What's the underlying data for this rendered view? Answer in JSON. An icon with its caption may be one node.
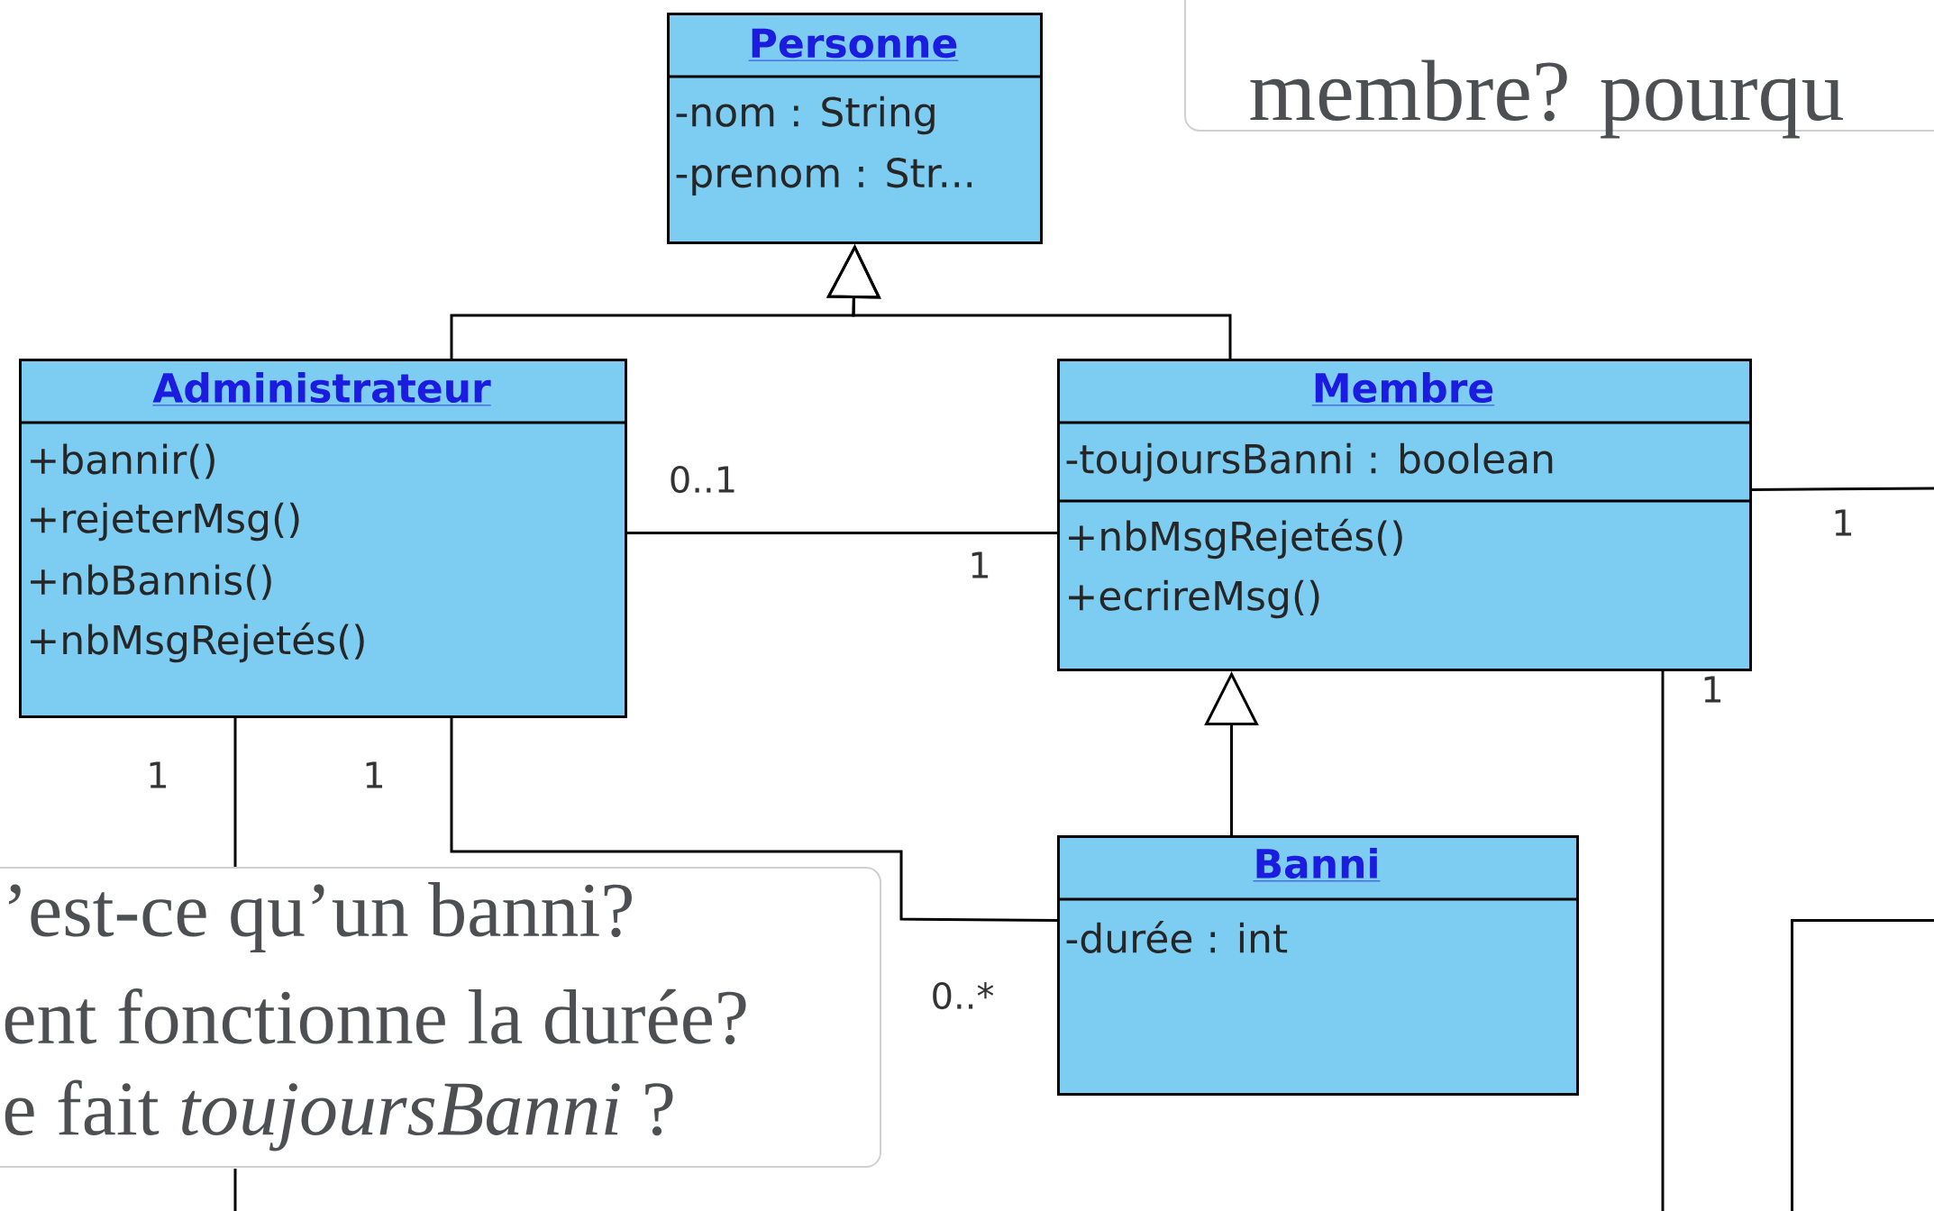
{
  "diagram": {
    "nodes": [
      {
        "text": [
          "Personne",
          "-nom : String",
          "-prenom : Str..."
        ]
      },
      {
        "text": [
          "membre? pourqu"
        ]
      },
      {
        "text": [
          "Administrateur",
          "+bannir()",
          "+rejeterMsg()",
          "+nbBannis()",
          "+nbMsgRejetés()"
        ]
      },
      {
        "text": [
          "Membre",
          "-toujoursBanni : boolean",
          "+nbMsgRejetés()",
          "+ecrireMsg()"
        ]
      },
      {
        "text": [
          "Banni",
          "-durée : int"
        ]
      },
      {
        "text": [
          "’est-ce qu’un banni?",
          "ent fonctionne la durée?",
          "e fait *toujoursBanni* ?"
        ]
      },
      {
        "text": [],
        "shape": "box"
      }
    ],
    "edges": [
      {
        "from": 2,
        "to": 0,
        "arrow": "to"
      },
      {
        "from": 3,
        "to": 0,
        "arrow": "to"
      },
      {
        "from": 2,
        "to": 3,
        "arrow": "none"
      },
      {
        "from": 4,
        "to": 3,
        "arrow": "to"
      },
      {
        "from": 2,
        "to": 4,
        "arrow": "none"
      },
      {
        "from": 2,
        "to": 5,
        "arrow": "none"
      },
      {
        "from": 3,
        "to": null,
        "arrow": "none"
      },
      {
        "from": 3,
        "to": null,
        "arrow": "none"
      }
    ],
    "labels": [
      "0..1",
      "1",
      "1",
      "1",
      "1",
      "1",
      "0..*"
    ]
  }
}
